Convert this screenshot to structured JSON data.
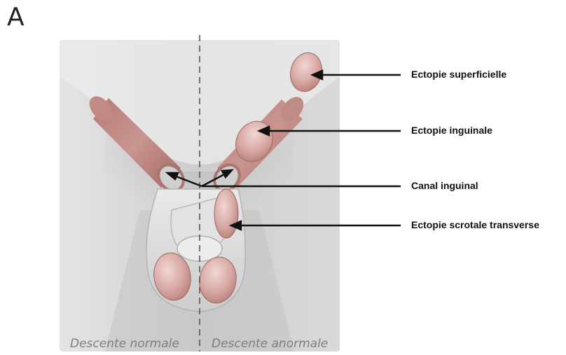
{
  "panel_letter": "A",
  "labels": {
    "superficial": "Ectopie superficielle",
    "inguinal": "Ectopie inguinale",
    "canal": "Canal inguinal",
    "transverse": "Ectopie scrotale transverse"
  },
  "captions": {
    "normal": "Descente normale",
    "abnormal": "Descente anormale"
  }
}
